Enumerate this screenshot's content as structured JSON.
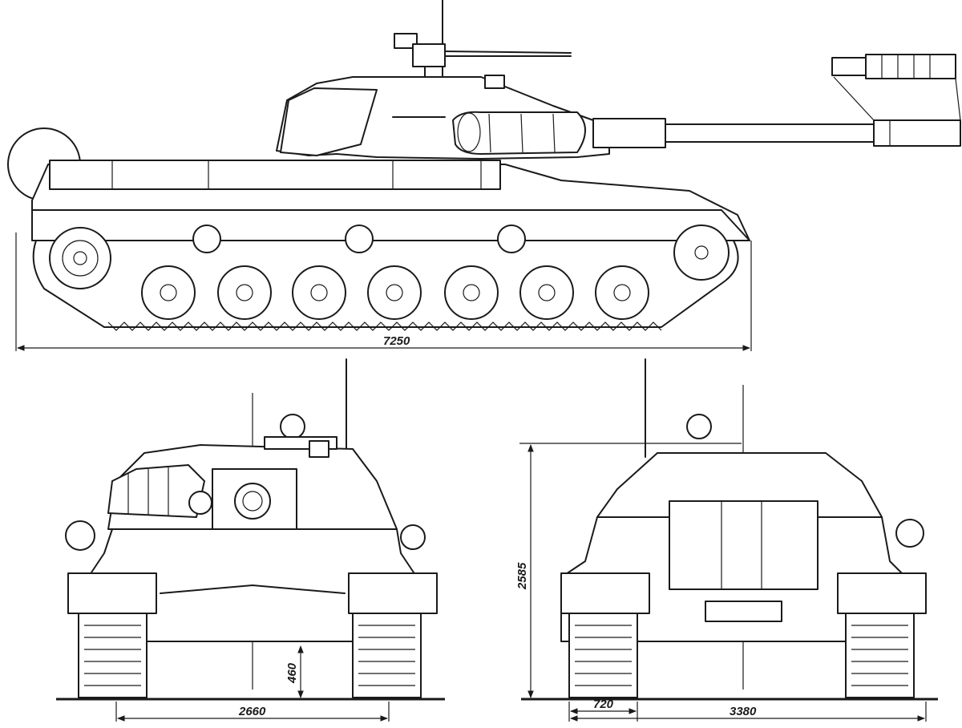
{
  "dimensions": {
    "hull_length": "7250",
    "height": "2585",
    "ground_clearance": "460",
    "track_gauge": "2660",
    "track_width": "720",
    "overall_width": "3380"
  },
  "views": {
    "side": "side-view",
    "front": "front-view",
    "rear": "rear-view"
  },
  "colors": {
    "ink": "#1a1a1a",
    "paper": "#ffffff"
  }
}
